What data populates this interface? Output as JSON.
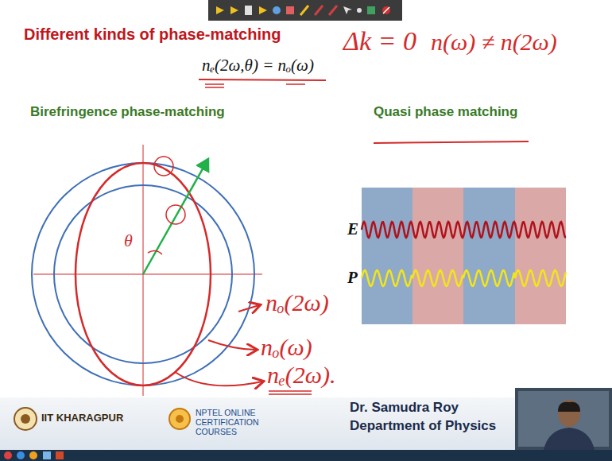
{
  "diagram": {
    "title": "Different kinds of phase-matching",
    "labels": [
      "Δk = 0",
      "n(ω) ≠ n(2ω)",
      "Birefringence phase-matching",
      "nₑ(2ω,θ) = nₒ(ω)",
      "θ",
      "nₒ(2ω)",
      "nₒ(ω)",
      "nₑ(2ω).",
      "Quasi phase matching",
      "E",
      "P",
      "IIT KHARAGPUR",
      "NPTEL ONLINE CERTIFICATION COURSES",
      "Dr. Samudra Roy",
      "Department of Physics"
    ]
  }
}
